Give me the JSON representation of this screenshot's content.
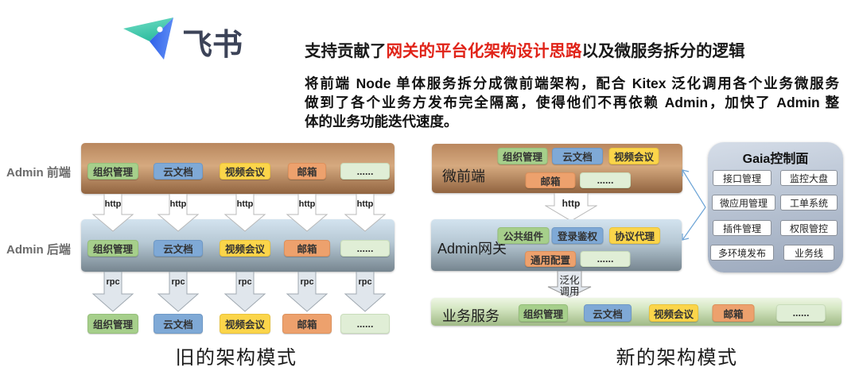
{
  "brand": {
    "name": "飞书"
  },
  "header": {
    "title_prefix": "支持贡献了",
    "title_highlight": "网关的平台化架构设计思路",
    "title_suffix": "以及微服务拆分的逻辑",
    "paragraph_lines": [
      "将前端 Node 单体服务拆分成微前端架构，配合 Kitex 泛化调用各个业务微服务",
      "做到了各个业务方发布完全隔离，使得他们不再依赖 Admin，加快了 Admin 整",
      "体的业务功能迭代速度。"
    ]
  },
  "services": [
    "组织管理",
    "云文档",
    "视频会议",
    "邮箱",
    "......"
  ],
  "left": {
    "frontend_label": "Admin 前端",
    "backend_label": "Admin 后端",
    "http_label": "http",
    "rpc_label": "rpc",
    "caption": "旧的架构模式"
  },
  "right": {
    "micro_frontend_label": "微前端",
    "gateway_label": "Admin网关",
    "services_label": "业务服务",
    "http_label": "http",
    "generic_call_line1": "泛化",
    "generic_call_line2": "调用",
    "gateway_items": [
      "公共组件",
      "登录鉴权",
      "协议代理",
      "通用配置",
      "......"
    ],
    "caption": "新的架构模式",
    "gaia": {
      "title": "Gaia控制面",
      "items": [
        "接口管理",
        "监控大盘",
        "微应用管理",
        "工单系统",
        "插件管理",
        "权限管控",
        "多环境发布",
        "业务线"
      ]
    }
  },
  "colors": {
    "highlight_red": "#e02318",
    "service_green": "#a6cf8b",
    "service_blue": "#7fa9d6",
    "service_yellow": "#fbd54a",
    "service_orange": "#eda16d",
    "service_pale": "#e0eed6"
  }
}
